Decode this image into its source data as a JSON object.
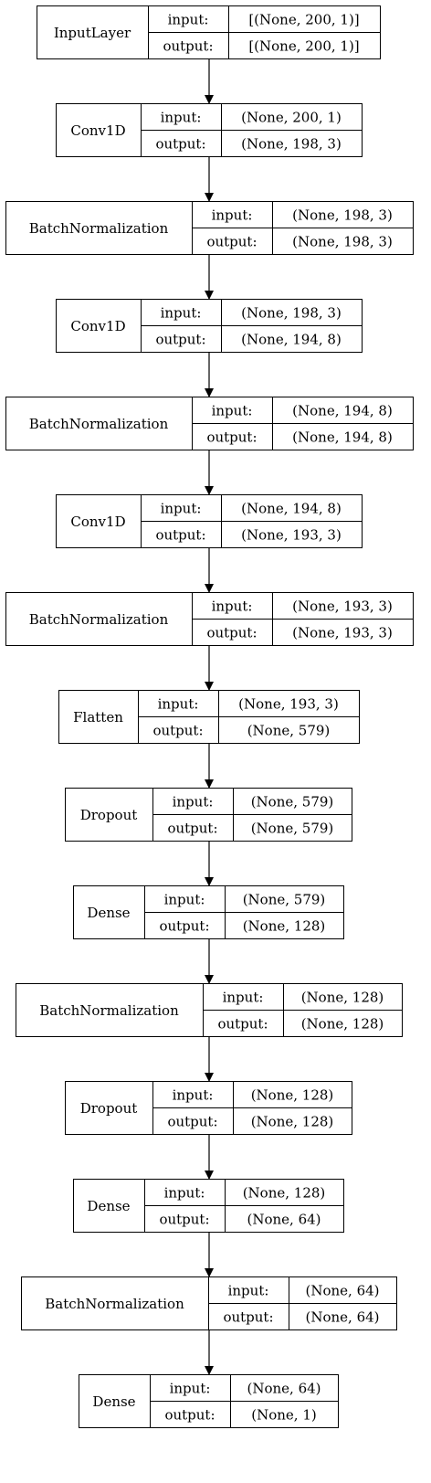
{
  "diagram": {
    "labels": {
      "input": "input:",
      "output": "output:"
    },
    "layers": [
      {
        "name": "InputLayer",
        "input": "[(None, 200, 1)]",
        "output": "[(None, 200, 1)]"
      },
      {
        "name": "Conv1D",
        "input": "(None, 200, 1)",
        "output": "(None, 198, 3)"
      },
      {
        "name": "BatchNormalization",
        "input": "(None, 198, 3)",
        "output": "(None, 198, 3)"
      },
      {
        "name": "Conv1D",
        "input": "(None, 198, 3)",
        "output": "(None, 194, 8)"
      },
      {
        "name": "BatchNormalization",
        "input": "(None, 194, 8)",
        "output": "(None, 194, 8)"
      },
      {
        "name": "Conv1D",
        "input": "(None, 194, 8)",
        "output": "(None, 193, 3)"
      },
      {
        "name": "BatchNormalization",
        "input": "(None, 193, 3)",
        "output": "(None, 193, 3)"
      },
      {
        "name": "Flatten",
        "input": "(None, 193, 3)",
        "output": "(None, 579)"
      },
      {
        "name": "Dropout",
        "input": "(None, 579)",
        "output": "(None, 579)"
      },
      {
        "name": "Dense",
        "input": "(None, 579)",
        "output": "(None, 128)"
      },
      {
        "name": "BatchNormalization",
        "input": "(None, 128)",
        "output": "(None, 128)"
      },
      {
        "name": "Dropout",
        "input": "(None, 128)",
        "output": "(None, 128)"
      },
      {
        "name": "Dense",
        "input": "(None, 128)",
        "output": "(None, 64)"
      },
      {
        "name": "BatchNormalization",
        "input": "(None, 64)",
        "output": "(None, 64)"
      },
      {
        "name": "Dense",
        "input": "(None, 64)",
        "output": "(None, 1)"
      }
    ]
  }
}
